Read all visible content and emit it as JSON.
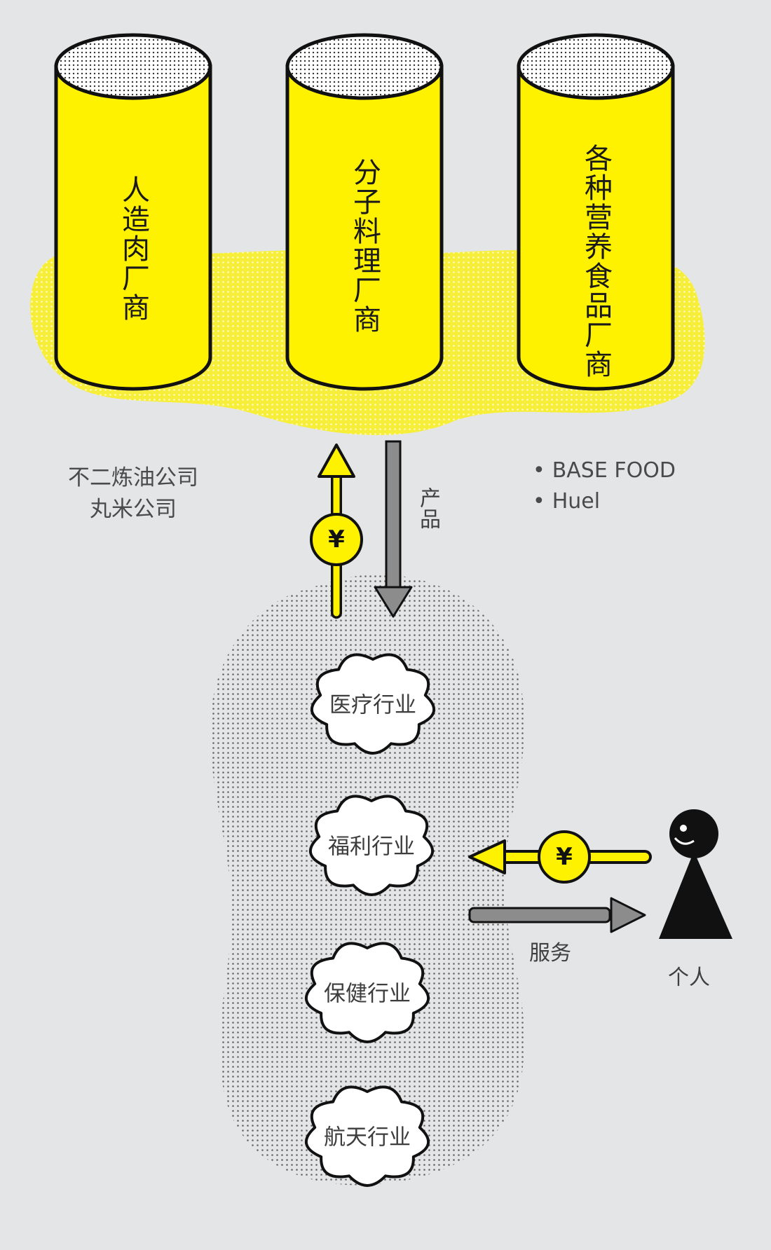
{
  "manufacturers": [
    {
      "label": "人造肉厂商",
      "icon": "yellow-cylinder"
    },
    {
      "label": "分子料理厂商",
      "icon": "yellow-cylinder"
    },
    {
      "label": "各种营养食品厂商",
      "icon": "yellow-cylinder"
    }
  ],
  "companies_left": [
    "不二炼油公司",
    "丸米公司"
  ],
  "products_right": [
    "BASE FOOD",
    "Huel"
  ],
  "bullet": "•",
  "product_flow_label": "产品",
  "service_flow_label": "服务",
  "currency_symbol": "¥",
  "industries": [
    "医疗行业",
    "福利行业",
    "保健行业",
    "航天行业"
  ],
  "person_label": "个人",
  "colors": {
    "background": "#e4e5e7",
    "yellow": "#fff200",
    "grey_arrow": "#8c8c8c",
    "outline": "#111111",
    "person": "#111111"
  }
}
